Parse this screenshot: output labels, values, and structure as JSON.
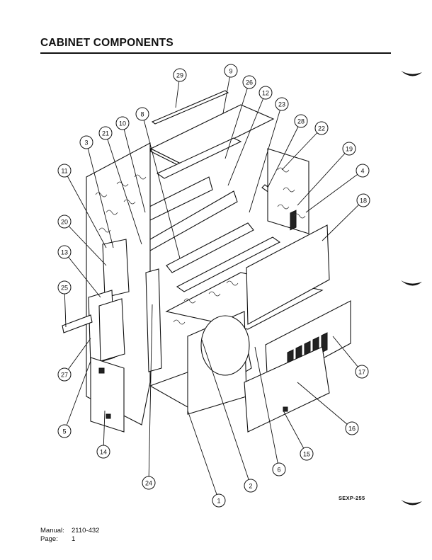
{
  "header": {
    "title": "CABINET COMPONENTS"
  },
  "figure": {
    "code": "SEXP-255",
    "callouts": [
      "29",
      "9",
      "26",
      "12",
      "8",
      "10",
      "21",
      "3",
      "23",
      "28",
      "22",
      "19",
      "4",
      "18",
      "11",
      "20",
      "13",
      "25",
      "27",
      "5",
      "14",
      "24",
      "1",
      "2",
      "6",
      "15",
      "16",
      "17"
    ]
  },
  "footer": {
    "manual_label": "Manual:",
    "manual_value": "2110-432",
    "page_label": "Page:",
    "page_value": "1"
  }
}
